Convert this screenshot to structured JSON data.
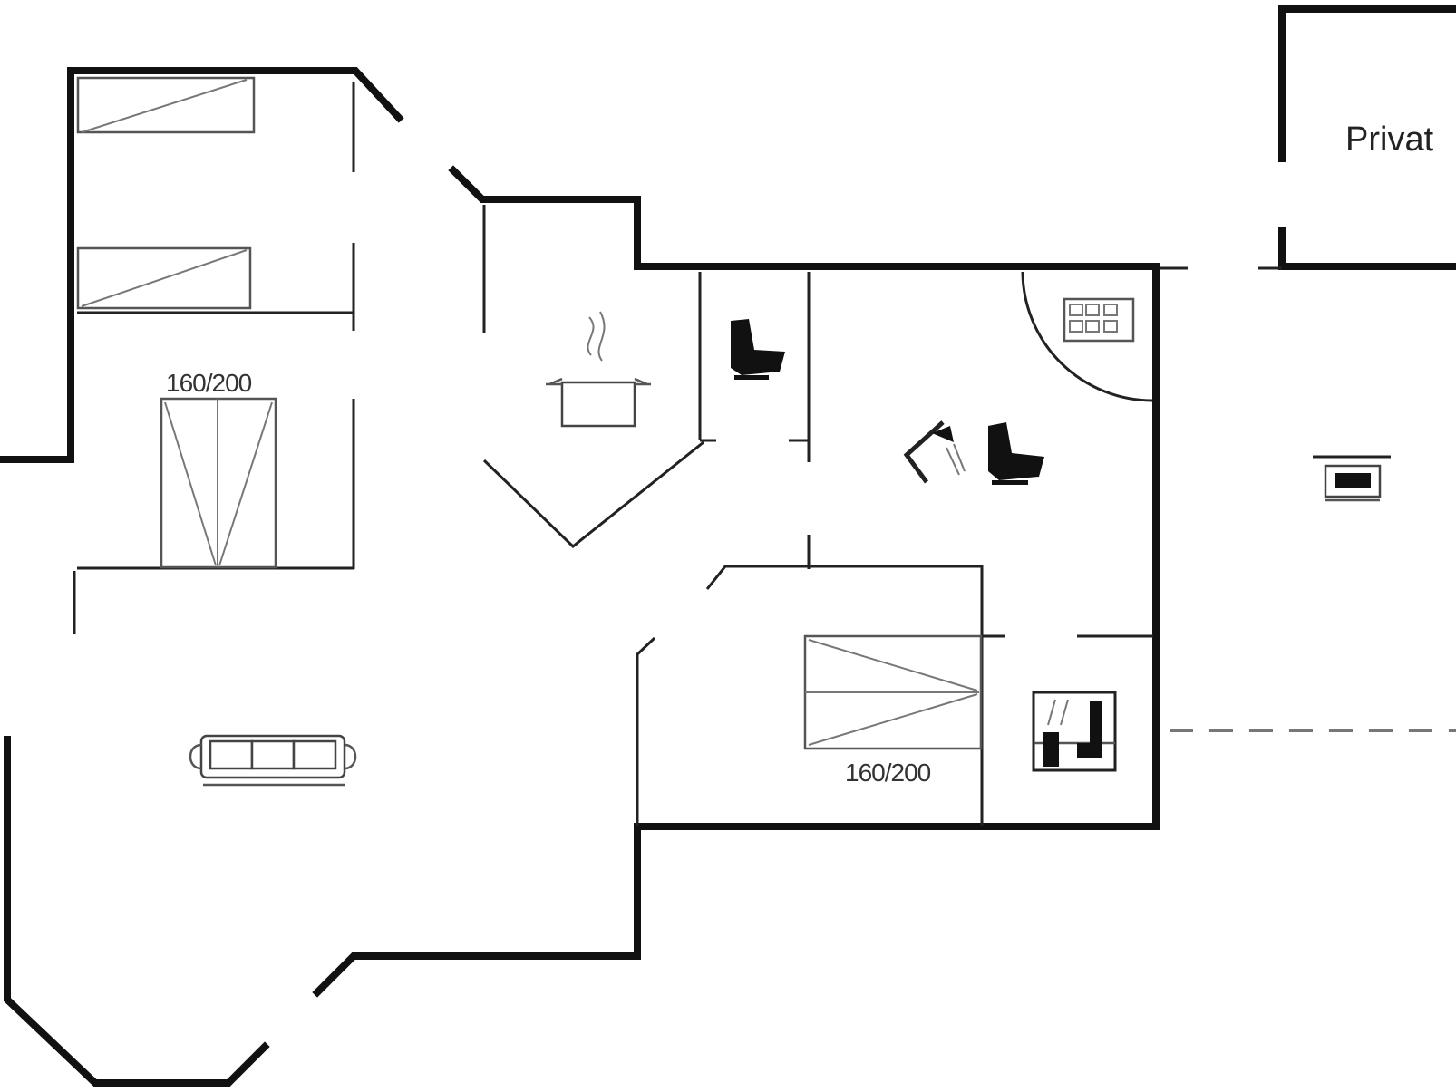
{
  "labels": {
    "bed_size_1": "160/200",
    "bed_size_2": "160/200",
    "private_room": "Privat"
  },
  "icons": {
    "kitchen": "cooking-pot-icon",
    "toilet_1": "toilet-icon",
    "toilet_2": "toilet-icon",
    "shower": "shower-icon",
    "washing_machine": "washing-machine-icon",
    "sauna": "sauna-icon",
    "sofa": "sofa-icon",
    "stove": "wood-stove-icon",
    "bed": "bed-icon"
  },
  "colors": {
    "walls": "#111111",
    "lines": "#555555",
    "background": "#ffffff"
  }
}
